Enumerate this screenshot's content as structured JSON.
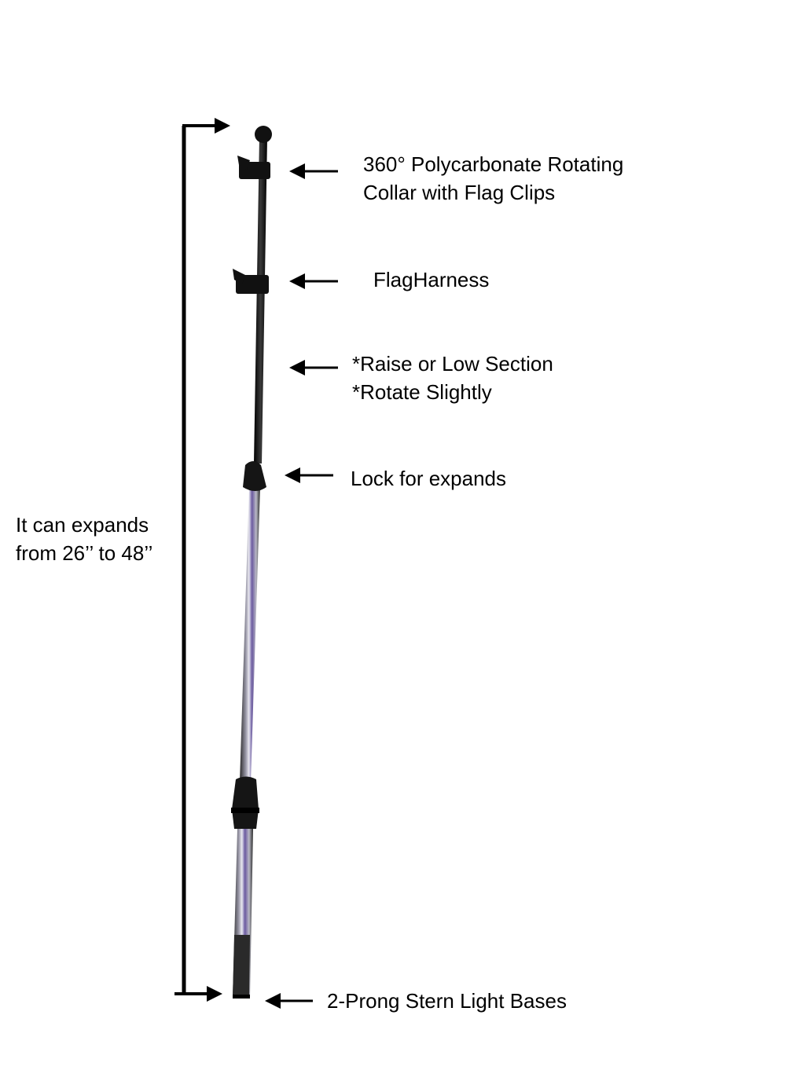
{
  "diagram": {
    "subject": "telescoping flag pole",
    "callouts": [
      {
        "id": "collar",
        "lines": [
          "360° Polycarbonate Rotating",
          "Collar with Flag Clips"
        ]
      },
      {
        "id": "harness",
        "lines": [
          "FlagHarness"
        ]
      },
      {
        "id": "section",
        "lines": [
          "*Raise or Low Section",
          "*Rotate Slightly"
        ]
      },
      {
        "id": "lock",
        "lines": [
          "Lock for expands"
        ]
      },
      {
        "id": "base",
        "lines": [
          "2-Prong Stern Light Bases"
        ]
      }
    ],
    "dimension": {
      "lines": [
        "It can expands",
        "from 26’’ to 48’’"
      ]
    },
    "colors": {
      "pole_dark": "#111111",
      "pole_metal": "#b9b9c4",
      "pole_tint": "#5a4a8a",
      "text": "#000000"
    }
  }
}
